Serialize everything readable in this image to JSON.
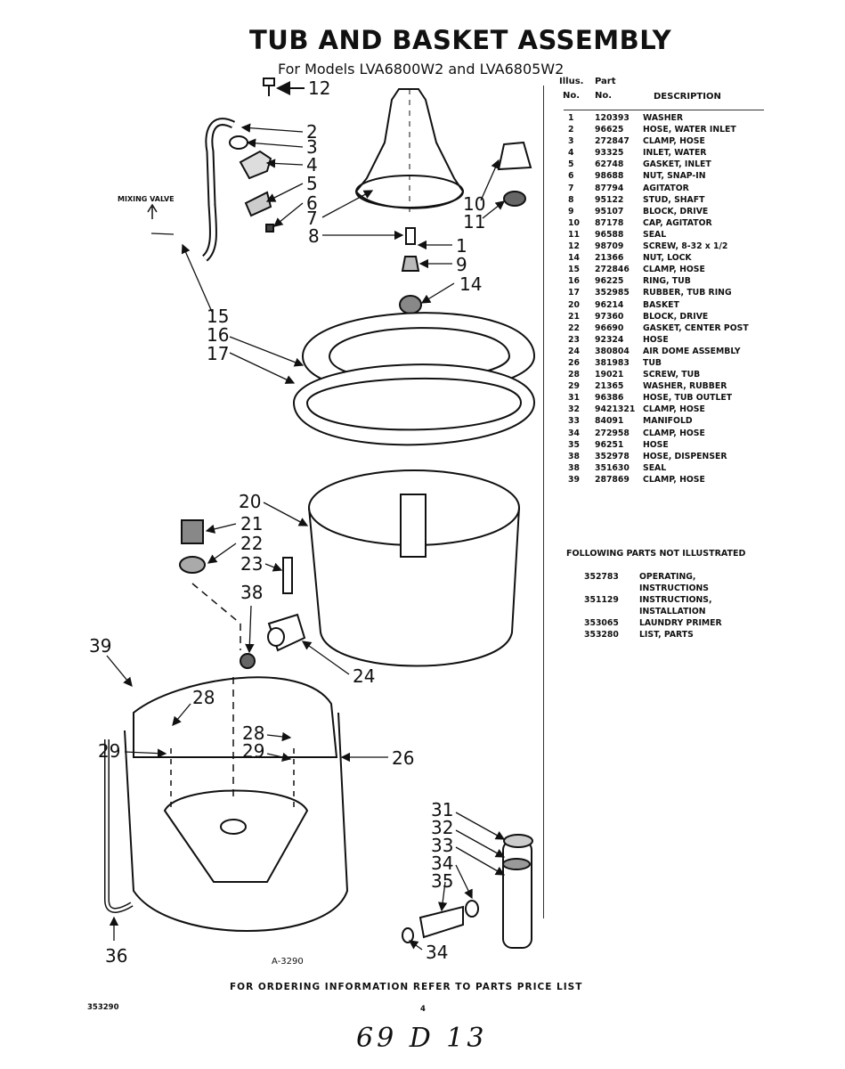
{
  "title": "TUB AND BASKET ASSEMBLY",
  "subtitle": "For Models LVA6800W2 and LVA6805W2",
  "table_header": {
    "illus_top": "Illus.",
    "illus_bottom": "No.",
    "part_top": "Part",
    "part_bottom": "No.",
    "description": "DESCRIPTION"
  },
  "parts": [
    {
      "illus": "1",
      "part": "120393",
      "desc": "WASHER"
    },
    {
      "illus": "2",
      "part": "96625",
      "desc": "HOSE, WATER INLET"
    },
    {
      "illus": "3",
      "part": "272847",
      "desc": "CLAMP, HOSE"
    },
    {
      "illus": "4",
      "part": "93325",
      "desc": "INLET, WATER"
    },
    {
      "illus": "5",
      "part": "62748",
      "desc": "GASKET, INLET"
    },
    {
      "illus": "6",
      "part": "98688",
      "desc": "NUT, SNAP-IN"
    },
    {
      "illus": "7",
      "part": "87794",
      "desc": "AGITATOR"
    },
    {
      "illus": "8",
      "part": "95122",
      "desc": "STUD, SHAFT"
    },
    {
      "illus": "9",
      "part": "95107",
      "desc": "BLOCK, DRIVE"
    },
    {
      "illus": "10",
      "part": "87178",
      "desc": "CAP, AGITATOR"
    },
    {
      "illus": "11",
      "part": "96588",
      "desc": "SEAL"
    },
    {
      "illus": "12",
      "part": "98709",
      "desc": "SCREW, 8-32 x 1/2"
    },
    {
      "illus": "14",
      "part": "21366",
      "desc": "NUT, LOCK"
    },
    {
      "illus": "15",
      "part": "272846",
      "desc": "CLAMP, HOSE"
    },
    {
      "illus": "16",
      "part": "96225",
      "desc": "RING, TUB"
    },
    {
      "illus": "17",
      "part": "352985",
      "desc": "RUBBER, TUB RING"
    },
    {
      "illus": "20",
      "part": "96214",
      "desc": "BASKET"
    },
    {
      "illus": "21",
      "part": "97360",
      "desc": "BLOCK, DRIVE"
    },
    {
      "illus": "22",
      "part": "96690",
      "desc": "GASKET, CENTER POST"
    },
    {
      "illus": "23",
      "part": "92324",
      "desc": "HOSE"
    },
    {
      "illus": "24",
      "part": "380804",
      "desc": "AIR DOME ASSEMBLY"
    },
    {
      "illus": "26",
      "part": "381983",
      "desc": "TUB"
    },
    {
      "illus": "28",
      "part": "19021",
      "desc": "SCREW, TUB"
    },
    {
      "illus": "29",
      "part": "21365",
      "desc": "WASHER, RUBBER"
    },
    {
      "illus": "31",
      "part": "96386",
      "desc": "HOSE, TUB OUTLET"
    },
    {
      "illus": "32",
      "part": "9421321",
      "desc": "CLAMP, HOSE"
    },
    {
      "illus": "33",
      "part": "84091",
      "desc": "MANIFOLD"
    },
    {
      "illus": "34",
      "part": "272958",
      "desc": "CLAMP, HOSE"
    },
    {
      "illus": "35",
      "part": "96251",
      "desc": "HOSE"
    },
    {
      "illus": "38",
      "part": "352978",
      "desc": "HOSE, DISPENSER"
    },
    {
      "illus": "38",
      "part": "351630",
      "desc": "SEAL"
    },
    {
      "illus": "39",
      "part": "287869",
      "desc": "CLAMP, HOSE"
    }
  ],
  "not_illustrated": {
    "heading": "FOLLOWING PARTS NOT ILLUSTRATED",
    "items": [
      {
        "part": "352783",
        "desc_1": "OPERATING,",
        "desc_2": "INSTRUCTIONS"
      },
      {
        "part": "351129",
        "desc_1": "INSTRUCTIONS,",
        "desc_2": "INSTALLATION"
      },
      {
        "part": "353065",
        "desc_1": "LAUNDRY PRIMER",
        "desc_2": ""
      },
      {
        "part": "353280",
        "desc_1": "LIST, PARTS",
        "desc_2": ""
      }
    ]
  },
  "diagram": {
    "mixing_valve_label": "MIXING VALVE",
    "figure_id": "A-3290",
    "callouts": [
      "1",
      "2",
      "3",
      "4",
      "5",
      "6",
      "7",
      "8",
      "9",
      "10",
      "11",
      "12",
      "14",
      "15",
      "16",
      "17",
      "20",
      "21",
      "22",
      "23",
      "24",
      "26",
      "28",
      "28",
      "29",
      "29",
      "31",
      "32",
      "33",
      "34",
      "34",
      "35",
      "36",
      "38",
      "39"
    ]
  },
  "footer": "FOR ORDERING INFORMATION REFER TO PARTS PRICE LIST",
  "doc_number": "353290",
  "page_number": "4",
  "handwritten_note": "69 D 13"
}
